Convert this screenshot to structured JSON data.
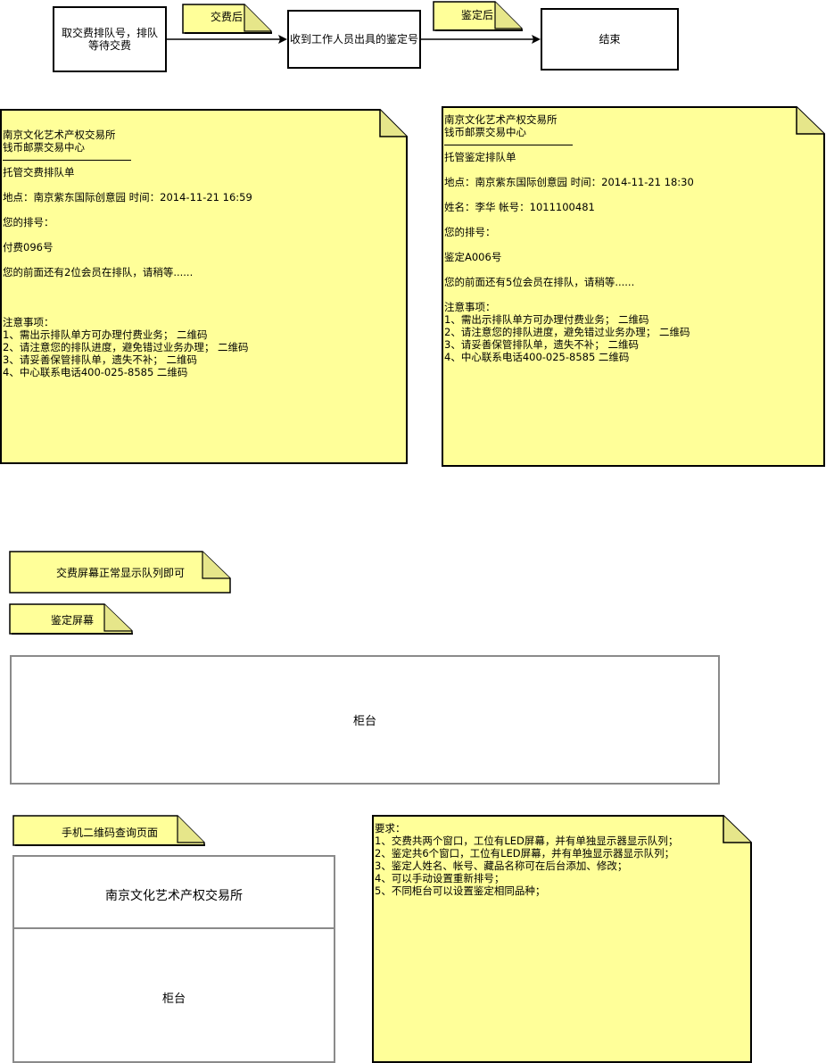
{
  "flow": {
    "step1": "取交费排队号，排队等待交费",
    "step2": "收到工作人员出具的鉴定号",
    "step3": "结束",
    "after_payment": "交费后",
    "after_appraisal": "鉴定后"
  },
  "ticket_payment": {
    "org": "南京文化艺术产权交易所",
    "center": "钱币邮票交易中心",
    "title": "托管交费排队单",
    "location": "地点：南京紫东国际创意园 时间：2014-11-21 16:59",
    "number_label": "您的排号：",
    "number": "付费096号",
    "waiting": "您的前面还有2位会员在排队，请稍等......",
    "notes_title": "注意事项：",
    "note1": "1、需出示排队单方可办理付费业务； 二维码",
    "note2": "2、请注意您的排队进度，避免错过业务办理； 二维码",
    "note3": "3、请妥善保管排队单，遗失不补； 二维码",
    "note4": "4、中心联系电话400-025-8585 二维码"
  },
  "ticket_appraisal": {
    "org": "南京文化艺术产权交易所",
    "center": "钱币邮票交易中心",
    "title": "托管鉴定排队单",
    "location": "地点：南京紫东国际创意园 时间：2014-11-21 18:30",
    "person": "姓名：李华 帐号：1011100481",
    "number_label": "您的排号：",
    "number": "鉴定A006号",
    "waiting": "您的前面还有5位会员在排队，请稍等......",
    "notes_title": "注意事项：",
    "note1": "1、需出示排队单方可办理付费业务； 二维码",
    "note2": "2、请注意您的排队进度，避免错过业务办理； 二维码",
    "note3": "3、请妥善保管排队单，遗失不补； 二维码",
    "note4": "4、中心联系电话400-025-8585 二维码"
  },
  "screens": {
    "payment_screen_note": "交费屏幕正常显示队列即可",
    "appraisal_screen_note": "鉴定屏幕",
    "counter": "柜台"
  },
  "mobile": {
    "note": "手机二维码查询页面",
    "org": "南京文化艺术产权交易所",
    "counter": "柜台"
  },
  "requirements": {
    "title": "要求：",
    "r1": "1、交费共两个窗口，工位有LED屏幕，并有单独显示器显示队列；",
    "r2": "2、鉴定共6个窗口，工位有LED屏幕，并有单独显示器显示队列；",
    "r3": "3、鉴定人姓名、帐号、藏品名称可在后台添加、修改；",
    "r4": "4、可以手动设置重新排号；",
    "r5": "5、不同柜台可以设置鉴定相同品种；"
  },
  "colors": {
    "note_fill": "#ffff99",
    "border": "#000000",
    "screen_border": "#8a8a8a"
  }
}
